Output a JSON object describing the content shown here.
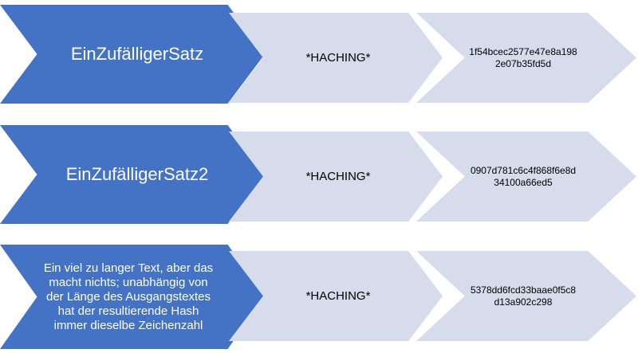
{
  "rows": [
    {
      "input": "EinZufälligerSatz",
      "process": "*HACHING*",
      "hash_line1": "1f54bcec2577e47e8a198",
      "hash_line2": "2e07b35fd5d"
    },
    {
      "input": "EinZufälligerSatz2",
      "process": "*HACHING*",
      "hash_line1": "0907d781c6c4f868f6e8d",
      "hash_line2": "34100a66ed5"
    },
    {
      "input": "Ein viel zu langer Text, aber das macht nichts; unabhängig von der Länge des Ausgangstextes hat der resultierende Hash immer dieselbe Zeichenzahl",
      "process": "*HACHING*",
      "hash_line1": "5378dd6fcd33baae0f5c8",
      "hash_line2": "d13a902c298"
    }
  ],
  "colors": {
    "input_fill": "#4472c4",
    "step_fill": "#d6dceb",
    "input_text": "#ffffff",
    "step_text": "#000000"
  }
}
